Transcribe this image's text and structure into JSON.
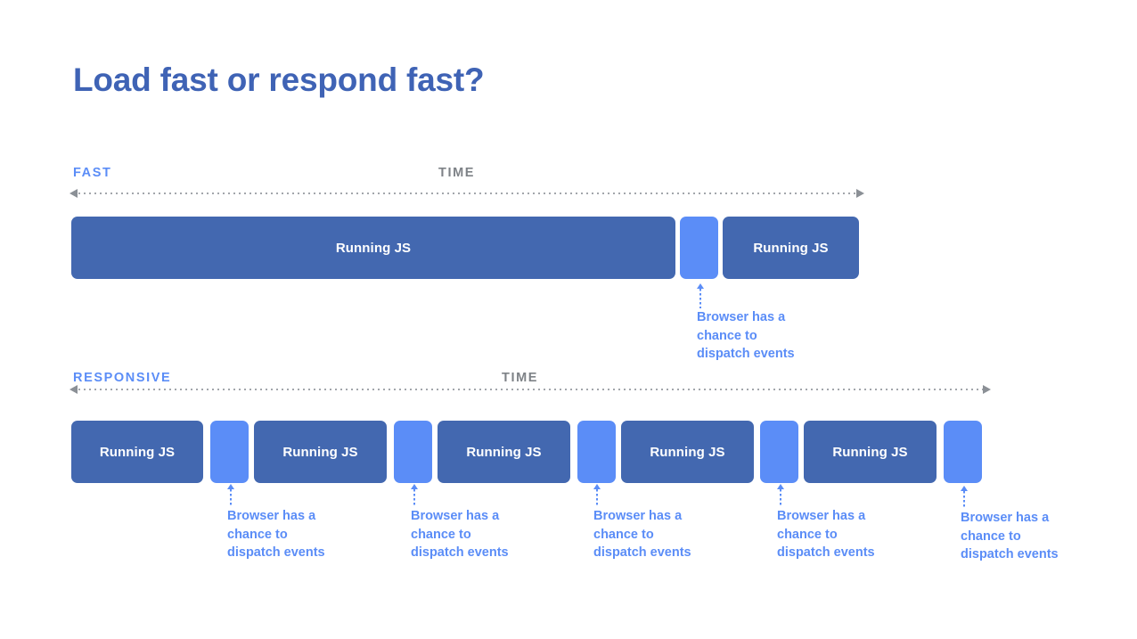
{
  "slide": {
    "title": "Load fast or respond fast?",
    "background": "#ffffff",
    "colors": {
      "title_blue": "#3F63B5",
      "running_js_bar": "#4368B0",
      "gap_bar": "#5B8DF7",
      "accent_blue": "#5B8DF7",
      "time_gray": "#7E8287",
      "axis_gray": "#8b9096",
      "bar_text": "#ffffff"
    }
  },
  "sections": [
    {
      "mode_label": "FAST",
      "time_label": "TIME",
      "axis_icon": "double-arrow-dotted-icon",
      "blocks": [
        {
          "kind": "js",
          "label": "Running JS"
        },
        {
          "kind": "gap",
          "label": ""
        },
        {
          "kind": "js",
          "label": "Running JS"
        }
      ],
      "callouts": [
        {
          "text": "Browser has a\nchance to\ndispatch events"
        }
      ]
    },
    {
      "mode_label": "RESPONSIVE",
      "time_label": "TIME",
      "axis_icon": "double-arrow-dotted-icon",
      "blocks": [
        {
          "kind": "js",
          "label": "Running JS"
        },
        {
          "kind": "gap",
          "label": ""
        },
        {
          "kind": "js",
          "label": "Running JS"
        },
        {
          "kind": "gap",
          "label": ""
        },
        {
          "kind": "js",
          "label": "Running JS"
        },
        {
          "kind": "gap",
          "label": ""
        },
        {
          "kind": "js",
          "label": "Running JS"
        },
        {
          "kind": "gap",
          "label": ""
        },
        {
          "kind": "js",
          "label": "Running JS"
        },
        {
          "kind": "gap",
          "label": ""
        }
      ],
      "callouts": [
        {
          "text": "Browser has a\nchance to\ndispatch events"
        },
        {
          "text": "Browser has a\nchance to\ndispatch events"
        },
        {
          "text": "Browser has a\nchance to\ndispatch events"
        },
        {
          "text": "Browser has a\nchance to\ndispatch events"
        },
        {
          "text": "Browser has a\nchance to\ndispatch events"
        }
      ]
    }
  ]
}
